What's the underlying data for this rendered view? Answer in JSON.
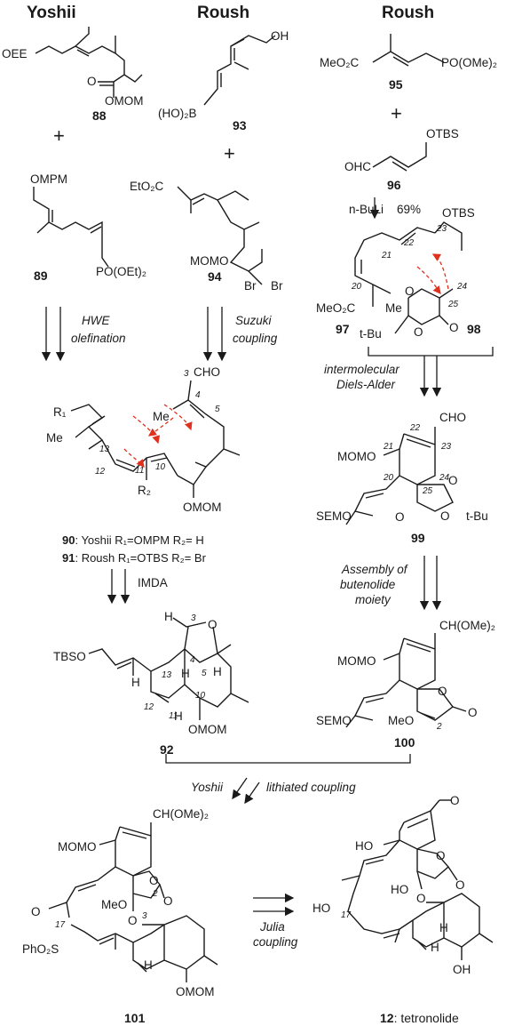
{
  "headers": {
    "col1": "Yoshii",
    "col2": "Roush",
    "col3": "Roush"
  },
  "compounds": {
    "c88": {
      "num": "88",
      "label_oee": "OEE",
      "label_omom": "OMOM",
      "label_o": "O"
    },
    "c93": {
      "num": "93",
      "label_oh": "OH",
      "label_b": "(HO)₂B"
    },
    "c95": {
      "num": "95",
      "label_ester": "MeO₂C",
      "label_phos": "PO(OMe)₂"
    },
    "c96": {
      "num": "96",
      "label_otbs": "OTBS",
      "label_ohc": "OHC"
    },
    "c89": {
      "num": "89",
      "label_ompm": "OMPM",
      "label_phos": "PO(OEt)₂"
    },
    "c94": {
      "num": "94",
      "label_ester": "EtO₂C",
      "label_momo": "MOMO",
      "label_br1": "Br",
      "label_br2": "Br"
    },
    "c97": {
      "num": "97",
      "label_ester": "MeO₂C",
      "label_me": "Me",
      "label_otbs": "OTBS"
    },
    "c98": {
      "num": "98",
      "label_tbu": "t-Bu",
      "label_o1": "O",
      "label_o2": "O",
      "label_o3": "O"
    },
    "c90_91": {
      "label_cho": "CHO",
      "label_r1": "R₁",
      "label_me1": "Me",
      "label_me2": "Me",
      "label_r2": "R₂",
      "label_omom": "OMOM"
    },
    "c90": {
      "num": "90",
      "text": ": Yoshii    R₁=OMPM   R₂= H"
    },
    "c91": {
      "num": "91",
      "text": ": Roush    R₁=OTBS   R₂= Br"
    },
    "c99": {
      "num": "99",
      "label_cho": "CHO",
      "label_momo": "MOMO",
      "label_semo": "SEMO",
      "label_tbu": "t-Bu",
      "label_o1": "O",
      "label_o2": "O",
      "label_o3": "O"
    },
    "c92": {
      "num": "92",
      "label_tbso": "TBSO",
      "label_o": "O",
      "label_h1": "H",
      "label_h2": "H",
      "label_h3": "H",
      "label_h4": "H",
      "label_h5": "H",
      "label_omom": "OMOM"
    },
    "c100": {
      "num": "100",
      "label_acetal": "CH(OMe)₂",
      "label_momo": "MOMO",
      "label_semo": "SEMO",
      "label_meo": "MeO",
      "label_o1": "O",
      "label_o2": "O"
    },
    "c101": {
      "num": "101",
      "label_acetal": "CH(OMe)₂",
      "label_momo": "MOMO",
      "label_o": "O",
      "label_meo": "MeO",
      "label_sulfone": "PhO₂S",
      "label_omom": "OMOM",
      "label_o2": "O",
      "label_o3": "O",
      "label_o4": "O",
      "label_h": "H"
    },
    "c12": {
      "num": "12",
      "name": ": tetronolide",
      "label_ho1": "HO",
      "label_ho2": "HO",
      "label_ho3": "HO",
      "label_oh": "OH",
      "label_o1": "O",
      "label_o2": "O",
      "label_o3": "O",
      "label_o4": "O",
      "label_h1": "H",
      "label_h2": "H"
    }
  },
  "locants": {
    "a3": "3",
    "a4": "4",
    "a5": "5",
    "a10": "10",
    "a11": "11",
    "a12": "12",
    "a13": "13",
    "b20": "20",
    "b21": "21",
    "b22": "22",
    "b23": "23",
    "b24": "24",
    "b25": "25",
    "c20": "20",
    "c21": "21",
    "c22": "22",
    "c23": "23",
    "c24": "24",
    "c25": "25",
    "d3": "3",
    "d4": "4",
    "d5": "5",
    "d10": "10",
    "d11": "11",
    "d12": "12",
    "d13": "13",
    "e2": "2",
    "f2": "2",
    "f3": "3",
    "f17": "17",
    "g17": "17"
  },
  "conditions": {
    "hwe_1": "HWE",
    "hwe_2": "olefination",
    "suzuki_1": "Suzuki",
    "suzuki_2": "coupling",
    "nbuli": "n-BuLi",
    "yield": "69%",
    "da_1": "intermolecular",
    "da_2": "Diels-Alder",
    "imda": "IMDA",
    "butenolide_1": "Assembly of",
    "butenolide_2": "butenolide",
    "butenolide_3": "moiety",
    "yoshii": "Yoshii",
    "lithiated": "lithiated coupling",
    "julia_1": "Julia",
    "julia_2": "coupling"
  },
  "symbols": {
    "plus": "+"
  },
  "colors": {
    "ink": "#1a1a1a",
    "arrow_red": "#e0301e"
  }
}
